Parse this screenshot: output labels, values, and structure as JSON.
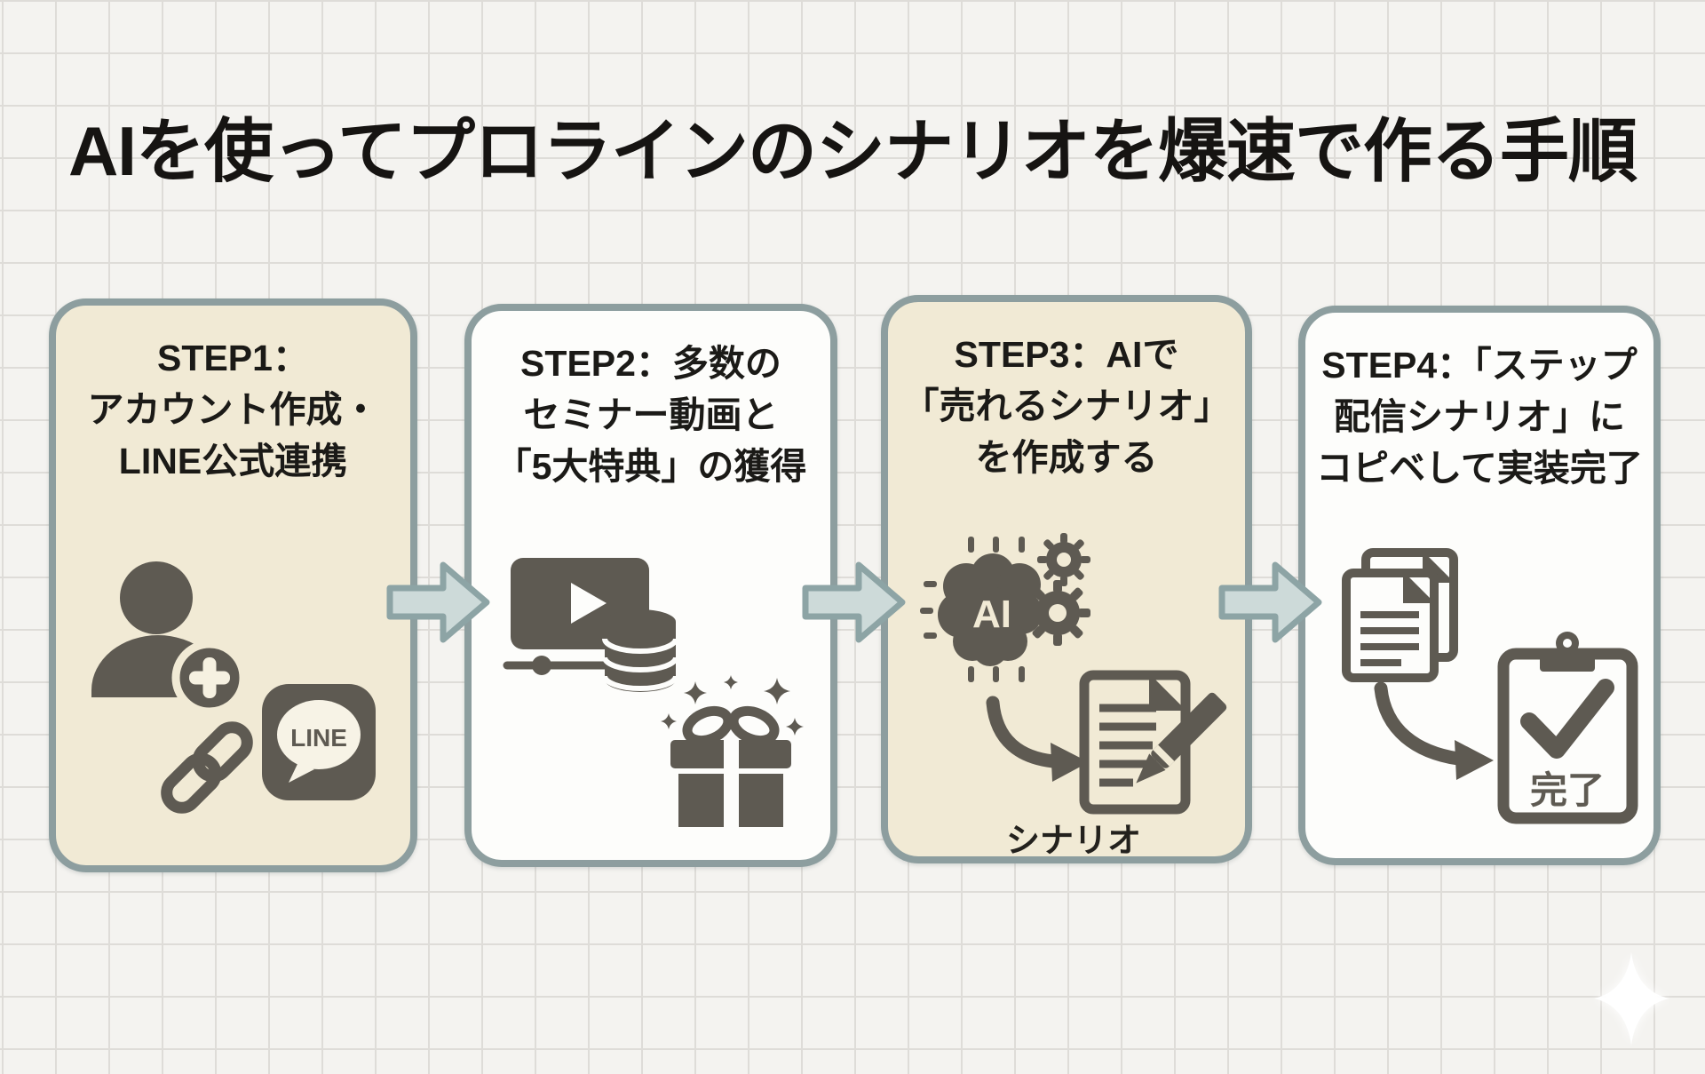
{
  "title": "AIを使ってプロラインのシナリオを爆速で作る手順",
  "steps": [
    {
      "heading_lines": [
        "STEP1：",
        "アカウント作成・",
        "LINE公式連携"
      ],
      "background": "cream",
      "icons": [
        "user-add-icon",
        "link-icon",
        "line-app-icon"
      ],
      "line_logo": "LINE"
    },
    {
      "heading_lines": [
        "STEP2：多数の",
        "セミナー動画と",
        "「5大特典」の獲得"
      ],
      "background": "white",
      "icons": [
        "video-player-icon",
        "database-icon",
        "gift-icon",
        "sparkle-icons"
      ]
    },
    {
      "heading_lines": [
        "STEP3：AIで",
        "「売れるシナリオ」",
        "を作成する"
      ],
      "background": "cream",
      "icons": [
        "ai-brain-icon",
        "gears-icon",
        "curved-arrow-icon",
        "scenario-document-icon",
        "pencil-icon"
      ],
      "ai_chip_label": "AI",
      "caption": "シナリオ"
    },
    {
      "heading_lines": [
        "STEP4：「ステップ",
        "配信シナリオ」に",
        "コピベして実装完了"
      ],
      "background": "white",
      "icons": [
        "copy-documents-icon",
        "curved-arrow-icon",
        "clipboard-check-icon"
      ],
      "clipboard_label": "完了"
    }
  ],
  "colors": {
    "background": "#f4f3f0",
    "grid_line": "#dedcd8",
    "card_cream": "#f1ead5",
    "card_white": "#fdfdfb",
    "card_border": "#8d9e9f",
    "arrow_fill": "#cddad9",
    "arrow_border": "#8da4a5",
    "icon": "#5e5a52",
    "title_text": "#161412"
  }
}
